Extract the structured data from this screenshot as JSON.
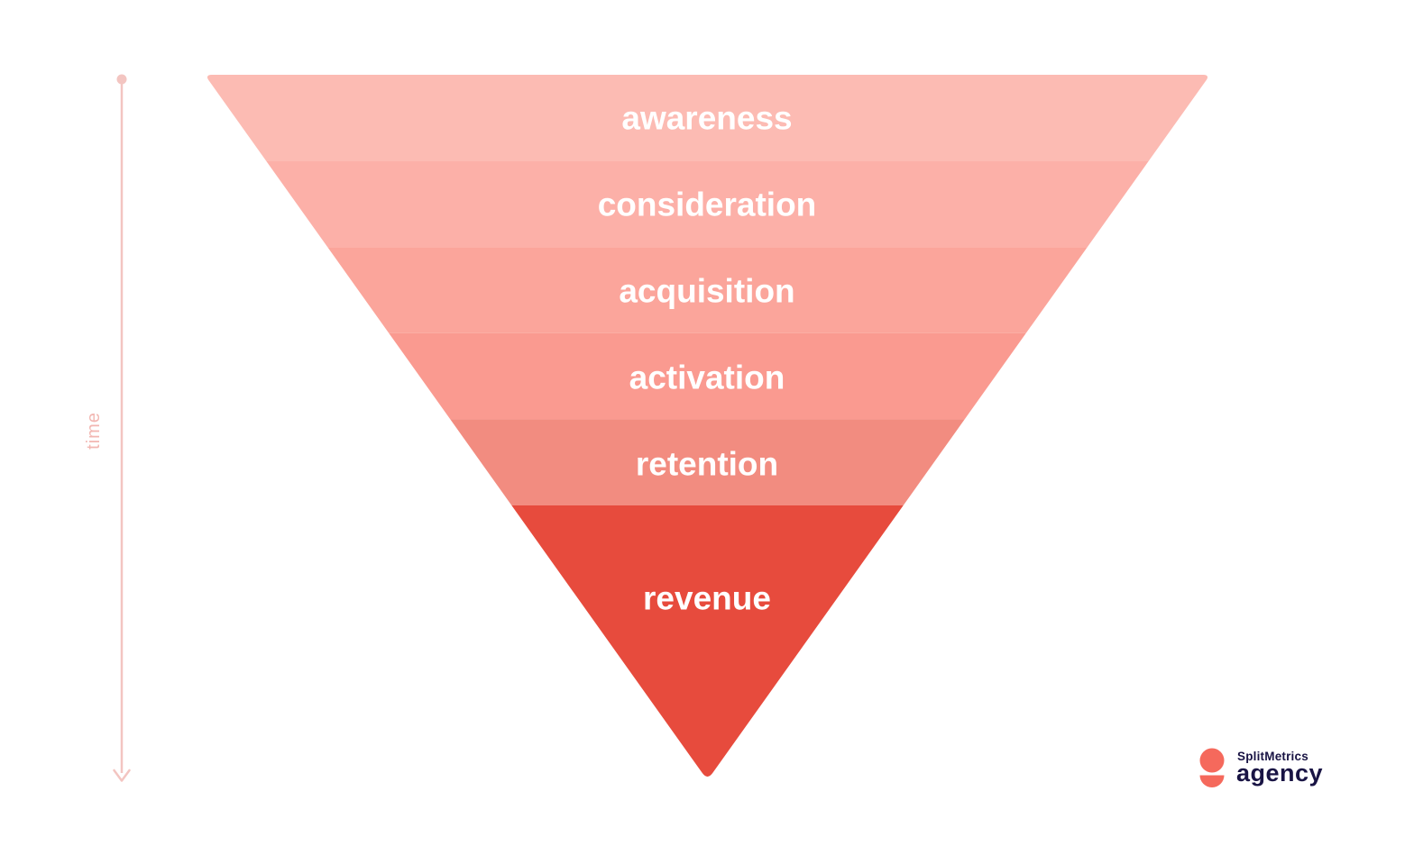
{
  "diagram": {
    "type": "inverted-funnel",
    "background": "#ffffff",
    "axis": {
      "label": "time",
      "label_color": "#F2B6B1",
      "line_color": "#F3C5C1",
      "direction": "top-to-bottom"
    },
    "funnel": {
      "label_color": "#FFFFFF",
      "stages": [
        {
          "label": "awareness",
          "color": "#FCBBB3"
        },
        {
          "label": "consideration",
          "color": "#FCB0A8"
        },
        {
          "label": "acquisition",
          "color": "#FBA59B"
        },
        {
          "label": "activation",
          "color": "#FA9A90"
        },
        {
          "label": "retention",
          "color": "#F28C80"
        },
        {
          "label": "revenue",
          "color": "#E74B3D"
        }
      ]
    }
  },
  "branding": {
    "company": "SplitMetrics",
    "product": "agency",
    "logo_color": "#F5695C",
    "text_color": "#191444"
  }
}
